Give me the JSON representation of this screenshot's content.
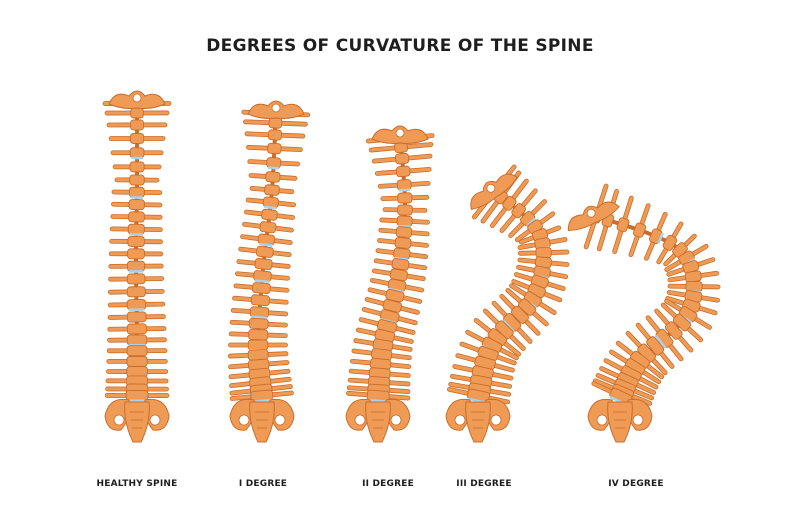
{
  "title": "DEGREES OF CURVATURE OF THE SPINE",
  "spines": [
    {
      "label": "HEALTHY SPINE"
    },
    {
      "label": "I DEGREE"
    },
    {
      "label": "II DEGREE"
    },
    {
      "label": "III DEGREE"
    },
    {
      "label": "IV DEGREE"
    }
  ],
  "colors": {
    "bone": "#ef9b55",
    "bone_shadow": "#c96d2c",
    "disc": "#aad3ea",
    "text": "#1e1e1e"
  }
}
